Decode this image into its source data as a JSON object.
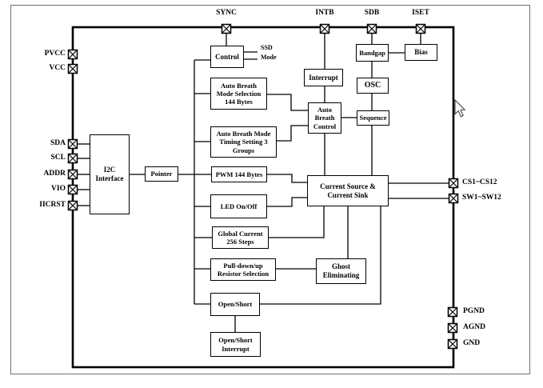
{
  "diagram": {
    "type": "ic-functional-block-diagram",
    "colors": {
      "line": "#000000",
      "frame": "#707070",
      "background": "#ffffff"
    },
    "pins_top": [
      {
        "label": "SYNC"
      },
      {
        "label": "INTB"
      },
      {
        "label": "SDB"
      },
      {
        "label": "ISET"
      }
    ],
    "pins_left": [
      {
        "label": "PVCC"
      },
      {
        "label": "VCC"
      },
      {
        "label": "SDA"
      },
      {
        "label": "SCL"
      },
      {
        "label": "ADDR"
      },
      {
        "label": "VIO"
      },
      {
        "label": "IICRST"
      }
    ],
    "pins_right": [
      {
        "label": "CS1~CS12"
      },
      {
        "label": "SW1~SW12"
      },
      {
        "label": "PGND"
      },
      {
        "label": "AGND"
      },
      {
        "label": "GND"
      }
    ],
    "blocks": {
      "control": "Control",
      "auto_breath_mode_selection": "Auto Breath\nMode Selection\n144 Bytes",
      "auto_breath_mode_timing": "Auto Breath Mode\nTiming Setting 3\nGroups",
      "pwm": "PWM 144 Bytes",
      "led_on_off": "LED On/Off",
      "global_current": "Global Current\n256 Steps",
      "pull_down_up": "Pull-down/up\nResistor Selection",
      "open_short": "Open/Short",
      "open_short_interrupt": "Open/Short\nInterrupt",
      "i2c_interface": "I2C\nInterface",
      "pointer": "Pointer",
      "interrupt": "Interrupt",
      "auto_breath_control": "Auto\nBreath\nControl",
      "bandgap": "Bandgap",
      "osc": "OSC",
      "sequence": "Sequence",
      "bias": "Bias",
      "current_source_sink": "Current Source &\nCurrent Sink",
      "ghost_eliminating": "Ghost\nEliminating"
    },
    "labels": {
      "ssd": "SSD",
      "mode": "Mode"
    }
  }
}
